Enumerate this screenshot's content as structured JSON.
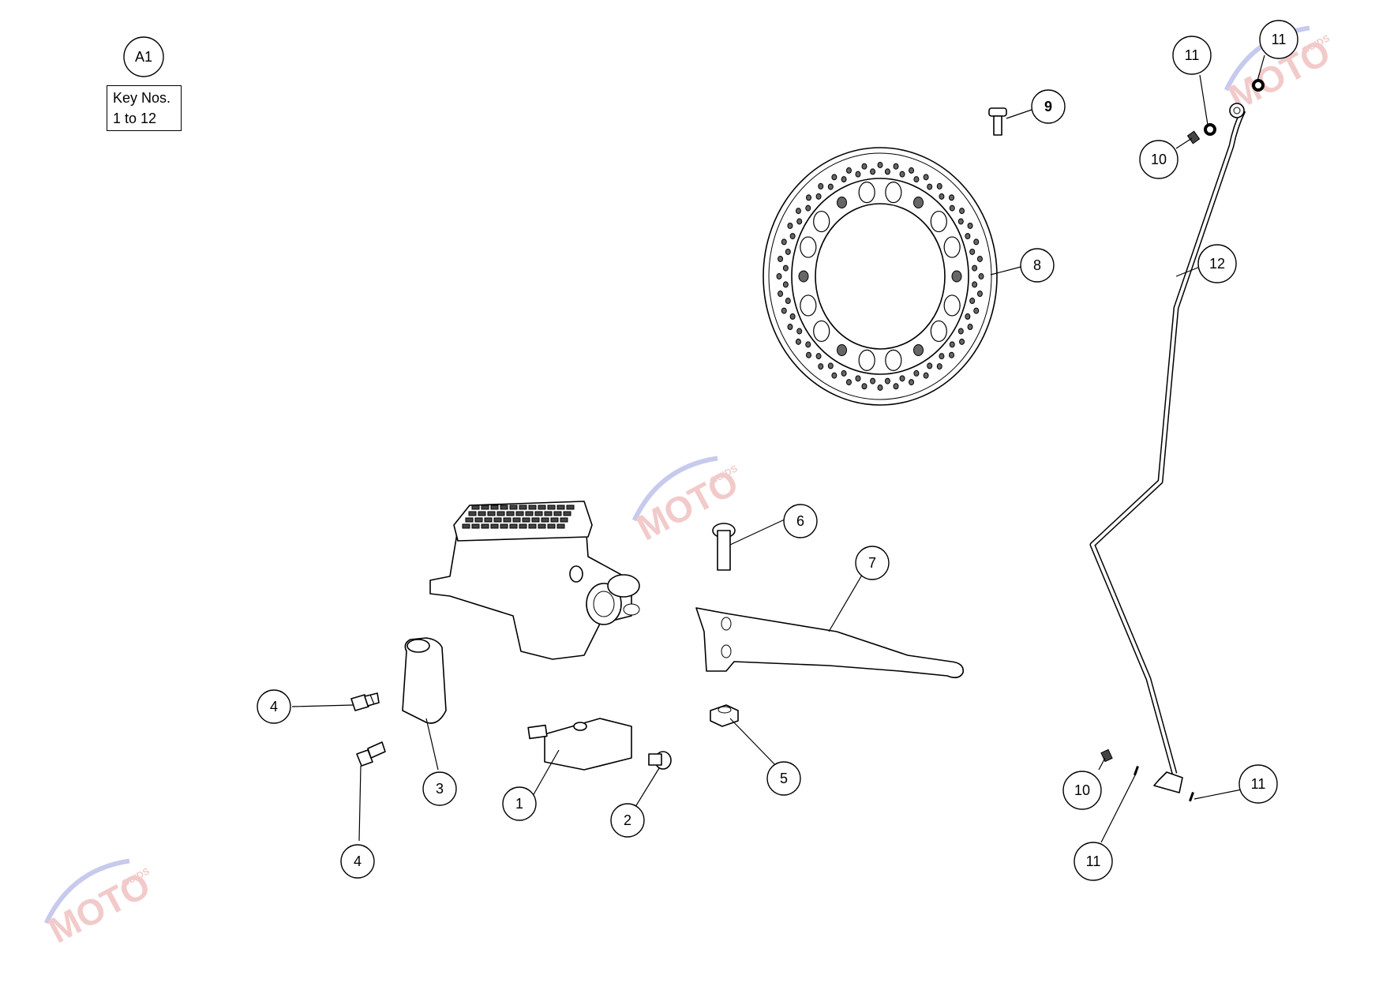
{
  "diagram_ref": "A1",
  "key_box": {
    "line1": "Key Nos.",
    "line2": "1 to 12"
  },
  "watermark": {
    "text": "MOTO",
    "sub": "GUIDS"
  },
  "callouts": [
    {
      "id": "c1",
      "label": "1"
    },
    {
      "id": "c2",
      "label": "2"
    },
    {
      "id": "c3",
      "label": "3"
    },
    {
      "id": "c4a",
      "label": "4"
    },
    {
      "id": "c4b",
      "label": "4"
    },
    {
      "id": "c5",
      "label": "5"
    },
    {
      "id": "c6",
      "label": "6"
    },
    {
      "id": "c7",
      "label": "7"
    },
    {
      "id": "c8",
      "label": "8"
    },
    {
      "id": "c9",
      "label": "9"
    },
    {
      "id": "c10a",
      "label": "10"
    },
    {
      "id": "c10b",
      "label": "10"
    },
    {
      "id": "c11a",
      "label": "11"
    },
    {
      "id": "c11b",
      "label": "11"
    },
    {
      "id": "c11c",
      "label": "11"
    },
    {
      "id": "c11d",
      "label": "11"
    },
    {
      "id": "c12",
      "label": "12"
    }
  ]
}
